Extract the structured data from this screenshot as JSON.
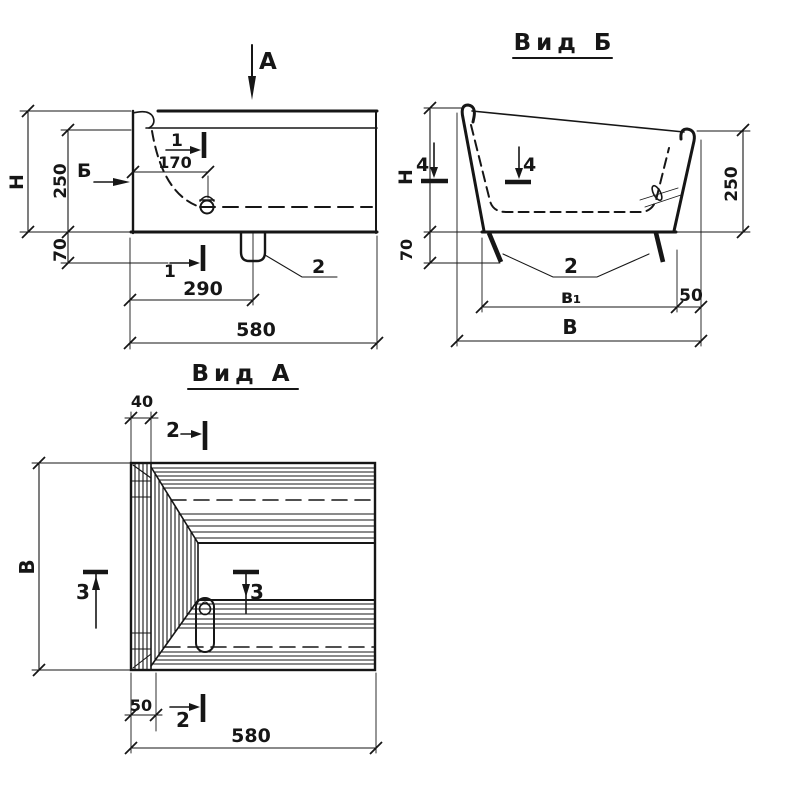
{
  "paper_color": "#ffffff",
  "ink_color": "#161616",
  "views": {
    "side": {
      "view_arrow_label": "А",
      "view_arrow_b_label": "Б",
      "dim_height_label": "Н",
      "dim_250": "250",
      "dim_70": "70",
      "dim_170": "170",
      "dim_290": "290",
      "dim_580": "580",
      "leg_callout": "2",
      "section_top": "1",
      "section_bottom": "1"
    },
    "view_b": {
      "title": "Вид Б",
      "dim_height_label": "Н",
      "dim_70": "70",
      "dim_250": "250",
      "dim_50": "50",
      "dim_b1": "в₁",
      "dim_b": "В",
      "legs_callout": "2",
      "section_left": "4",
      "section_inner": "4"
    },
    "view_a": {
      "title": "Вид А",
      "dim_40": "40",
      "dim_50": "50",
      "dim_580": "580",
      "dim_b": "В",
      "section_top": "2",
      "section_bottom": "2",
      "section_left": "3",
      "section_inner": "3"
    }
  }
}
